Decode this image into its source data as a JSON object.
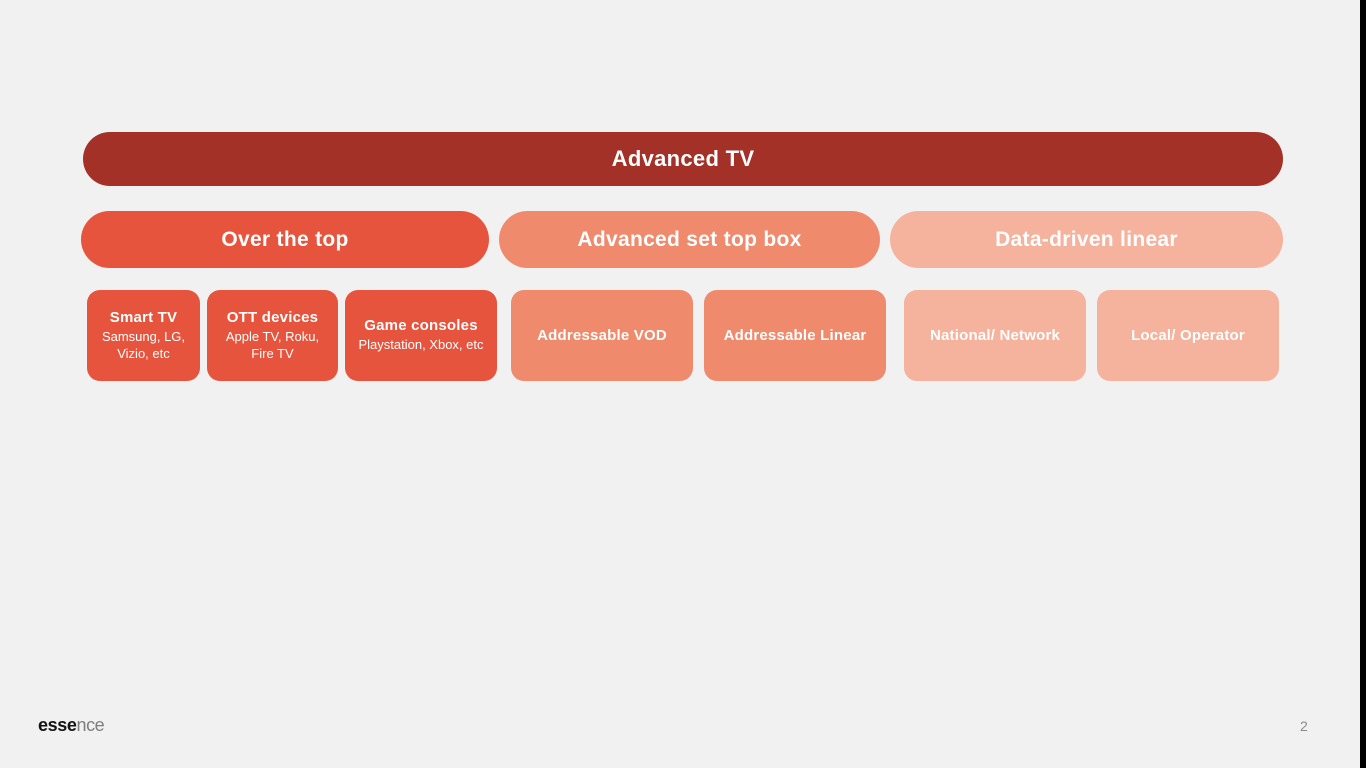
{
  "slide": {
    "background_color": "#f1f1f2"
  },
  "diagram": {
    "root": {
      "label": "Advanced TV",
      "color": "#a33127"
    },
    "categories": [
      {
        "label": "Over the top",
        "color": "#e7543d",
        "children": [
          {
            "title": "Smart TV",
            "subtitle": "Samsung, LG, Vizio, etc"
          },
          {
            "title": "OTT devices",
            "subtitle": "Apple TV, Roku, Fire TV"
          },
          {
            "title": "Game consoles",
            "subtitle": "Playstation, Xbox, etc"
          }
        ]
      },
      {
        "label": "Advanced set top box",
        "color": "#ef8a6d",
        "children": [
          {
            "title": "Addressable VOD"
          },
          {
            "title": "Addressable Linear"
          }
        ]
      },
      {
        "label": "Data-driven linear",
        "color": "#f5b29c",
        "children": [
          {
            "title": "National/ Network"
          },
          {
            "title": "Local/ Operator"
          }
        ]
      }
    ]
  },
  "footer": {
    "logo_bold": "esse",
    "logo_light": "nce",
    "page_number": "2"
  }
}
